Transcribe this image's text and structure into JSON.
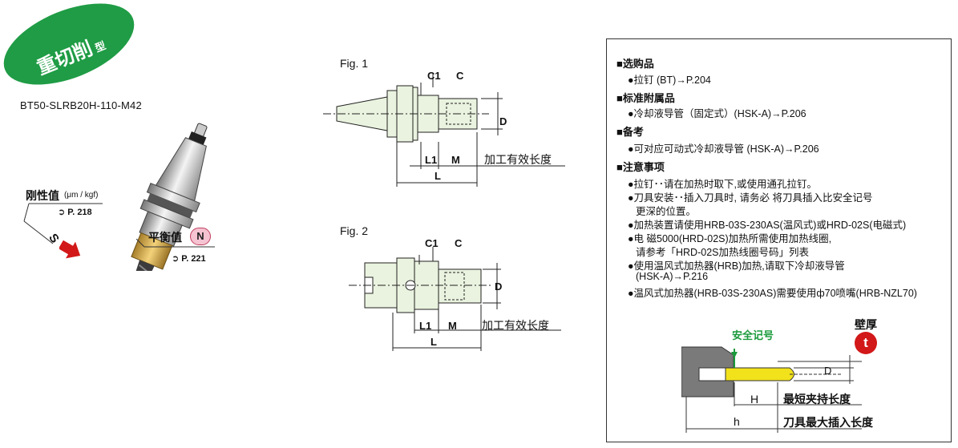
{
  "badge": {
    "main": "重切削",
    "suffix": "型",
    "fill": "#1f9c45"
  },
  "model": "BT50-SLRB20H-110-M42",
  "holder_callouts": {
    "rigidity_label": "刚性值",
    "rigidity_unit": "(μm / kgf)",
    "rigidity_ref": "P. 218",
    "s_label": "S",
    "balance_label": "平衡值",
    "balance_badge": "N",
    "balance_ref": "P. 221"
  },
  "fig1": {
    "title": "Fig. 1",
    "c1": "C1",
    "c": "C",
    "d": "D",
    "l1": "L1",
    "m": "M",
    "l": "L",
    "effective_length": "加工有效长度"
  },
  "fig2": {
    "title": "Fig. 2",
    "c1": "C1",
    "c": "C",
    "d": "D",
    "l1": "L1",
    "m": "M",
    "l": "L",
    "effective_length": "加工有效长度"
  },
  "notes": {
    "sec1_title": "■选购品",
    "sec1_line1": "●拉钉 (BT)→P.204",
    "sec2_title": "■标准附属品",
    "sec2_line1": "●冷却液导管（固定式）(HSK-A)→P.206",
    "sec3_title": "■备考",
    "sec3_line1": "●可对应可动式冷却液导管 (HSK-A)→P.206",
    "sec4_title": "■注意事项",
    "lines": [
      "●拉钉･･请在加热时取下,或使用通孔拉钉。",
      "●刀具安装･･插入刀具时, 请务必 将刀具插入比安全记号",
      "更深的位置。",
      "●加热装置请使用HRB-03S-230AS(温风式)或HRD-02S(电磁式)",
      "●电 磁5000(HRD-02S)加热所需使用加热线圈,",
      "请参考「HRD-02S加热线圈号码」列表",
      "●使用温风式加热器(HRB)加热,请取下冷却液导管",
      "(HSK-A)→P.216",
      "●温风式加热器(HRB-03S-230AS)需要使用ф70喷嘴(HRB-NZL70)"
    ]
  },
  "insert_diagram": {
    "safety_mark": "安全记号",
    "wall_thickness": "壁厚",
    "t_badge": "t",
    "d": "D",
    "h_upper": "H",
    "min_clamp": "最短夹持长度",
    "h_lower": "h",
    "max_insert": "刀具最大插入长度"
  },
  "colors": {
    "accent_red": "#d21818",
    "green": "#1a9a3b",
    "yellow": "#f2e21b",
    "holder_fill": "#e9f3df"
  }
}
